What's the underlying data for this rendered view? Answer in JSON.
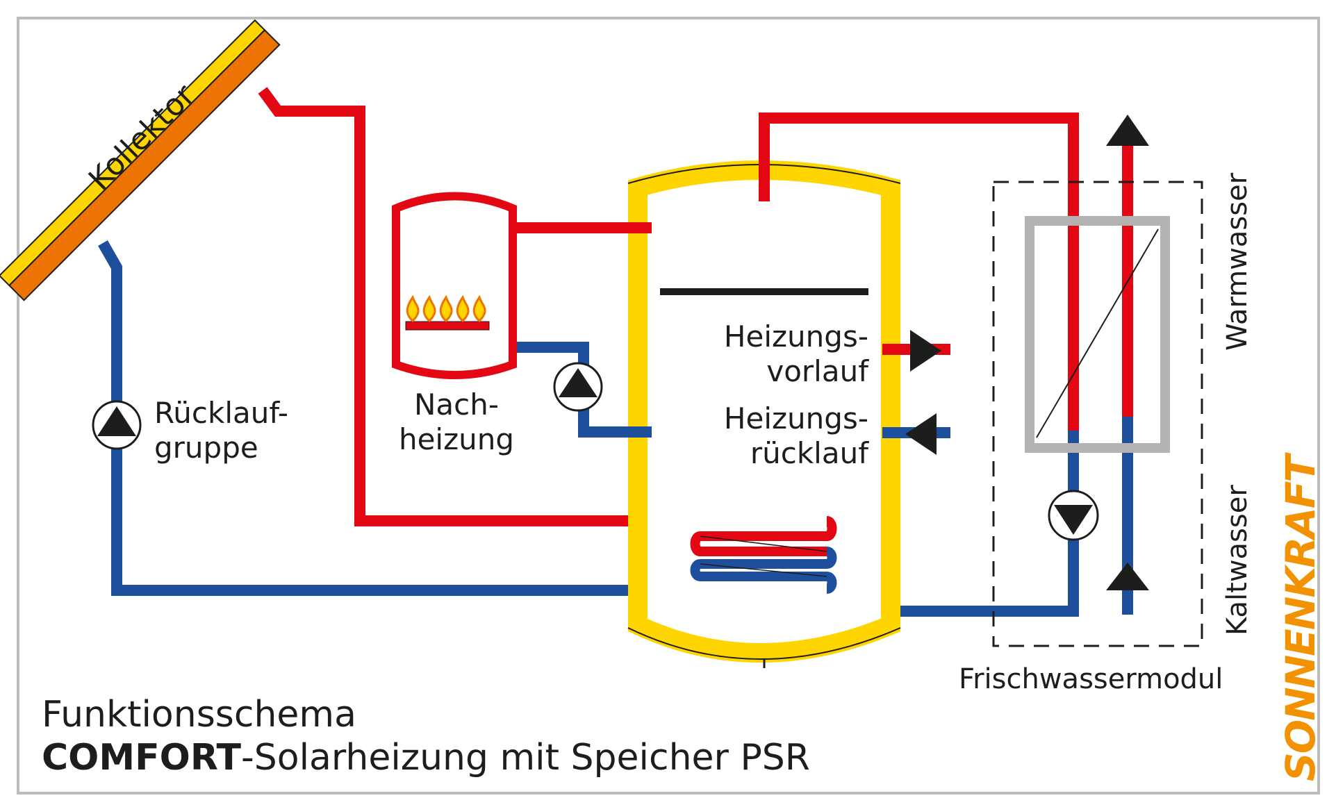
{
  "diagram": {
    "labels": {
      "collector": "Kollektor",
      "return_group_line1": "Rücklauf-",
      "return_group_line2": "gruppe",
      "reheating_line1": "Nach-",
      "reheating_line2": "heizung",
      "heating_flow_line1": "Heizungs-",
      "heating_flow_line2": "vorlauf",
      "heating_return_line1": "Heizungs-",
      "heating_return_line2": "rücklauf",
      "warm_water": "Warmwasser",
      "cold_water": "Kaltwasser",
      "fresh_water_module": "Frischwassermodul"
    },
    "title": {
      "line1": "Funktionsschema",
      "line2_bold": "COMFORT",
      "line2_rest": "-Solarheizung mit Speicher PSR"
    },
    "brand": "SONNENKRAFT",
    "colors": {
      "hot_pipe": "#e30613",
      "cold_pipe": "#1d4f9c",
      "tank": "#ffd500",
      "collector": "#ec7404",
      "brand": "#f39200",
      "exchanger": "#b3b3b3"
    }
  }
}
